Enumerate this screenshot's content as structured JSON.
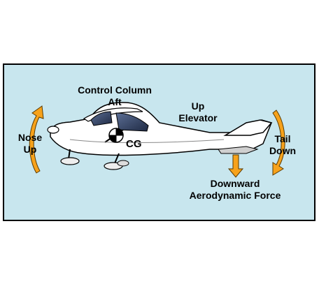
{
  "labels": {
    "control_column_line1": "Control Column",
    "control_column_line2": "Aft",
    "up_elevator_line1": "Up",
    "up_elevator_line2": "Elevator",
    "nose_up_line1": "Nose",
    "nose_up_line2": "Up",
    "cg": "CG",
    "tail_down_line1": "Tail",
    "tail_down_line2": "Down",
    "downward_force_line1": "Downward",
    "downward_force_line2": "Aerodynamic Force"
  },
  "colors": {
    "panel_background": "#c8e6ee",
    "panel_border": "#000000",
    "arrow_fill": "#f7a21b",
    "arrow_stroke": "#5a3a00",
    "aircraft_fill": "#ffffff",
    "window_fill": "#3a4a6a"
  }
}
